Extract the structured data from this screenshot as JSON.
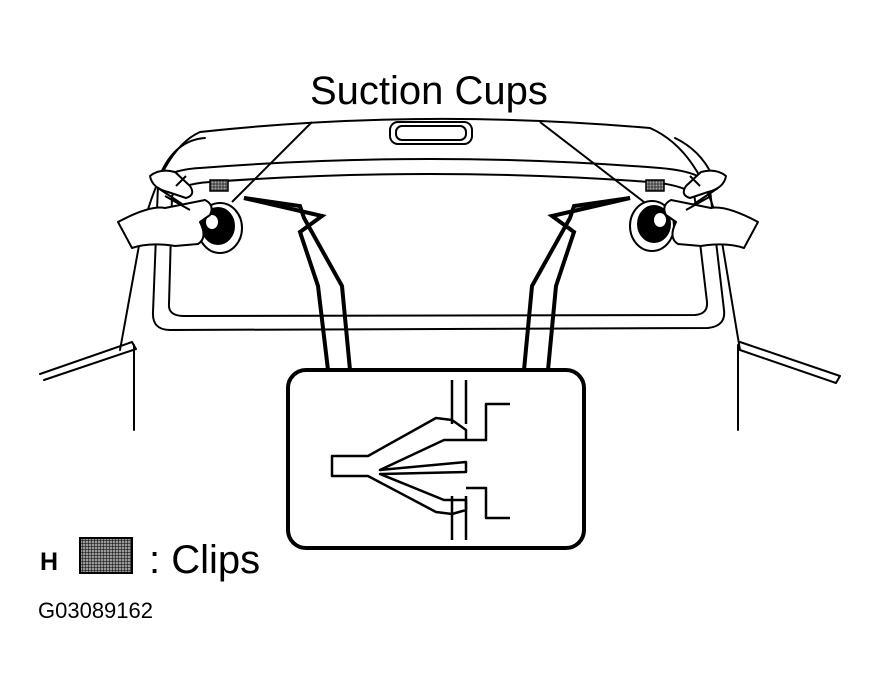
{
  "diagram": {
    "label": "Suction Cups",
    "legend": {
      "letter": "H",
      "text": ": Clips"
    },
    "figure_code": "G03089162"
  },
  "colors": {
    "line": "#000000",
    "clip_fill": "#6f6f6f",
    "background": "#ffffff"
  }
}
